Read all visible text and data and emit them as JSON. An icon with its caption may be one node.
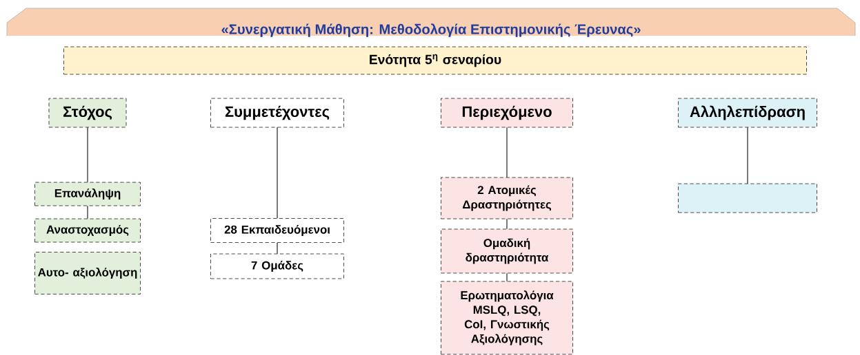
{
  "diagram": {
    "nodes": [
      {
        "text": [
          "«Συνεργατική Μάθηση: Μεθοδολογία Επιστημονικής Έρευνας»"
        ]
      },
      {
        "text": [
          "Ενότητα 5$^{η}$ σεναρίου"
        ]
      },
      {
        "text": [
          "Στόχος"
        ]
      },
      {
        "text": [
          "Επανάληψη"
        ]
      },
      {
        "text": [
          "Αναστοχασμός"
        ]
      },
      {
        "text": [
          "Αυτο- αξιολόγηση"
        ]
      },
      {
        "text": [
          "Συμμετέχοντες"
        ]
      },
      {
        "text": [
          "28 Εκπαιδευόμενοι"
        ]
      },
      {
        "text": [
          "7 Ομάδες"
        ]
      },
      {
        "text": [
          "Περιεχόμενο"
        ]
      },
      {
        "text": [
          "2 Ατομικές Δραστηριότητες"
        ]
      },
      {
        "text": [
          "Ομαδική δραστηριότητα"
        ]
      },
      {
        "text": [
          "Ερωτηματολόγια MSLQ, LSQ, CoI, Γνωστικής Αξιολόγησης"
        ]
      },
      {
        "text": [
          "Αλληλεπίδραση"
        ]
      },
      {
        "text": [],
        "shape": "box"
      }
    ],
    "edges": [
      {
        "from": 2,
        "to": 3,
        "arrow": "none"
      },
      {
        "from": 3,
        "to": 4,
        "arrow": "none"
      },
      {
        "from": 6,
        "to": 7,
        "arrow": "none"
      },
      {
        "from": 7,
        "to": 8,
        "arrow": "none"
      },
      {
        "from": 9,
        "to": 10,
        "arrow": "none"
      },
      {
        "from": 10,
        "to": 11,
        "arrow": "none"
      },
      {
        "from": 11,
        "to": 12,
        "arrow": "none"
      },
      {
        "from": 13,
        "to": 14,
        "arrow": "none"
      }
    ]
  }
}
